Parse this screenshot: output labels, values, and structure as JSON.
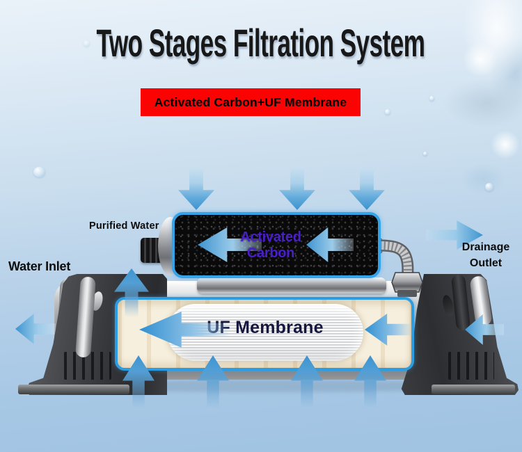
{
  "title": "Two Stages Filtration System",
  "banner": {
    "label": "Activated Carbon+UF Membrane",
    "bg_color": "#fb0303",
    "text_color": "#000000"
  },
  "stages": {
    "carbon": {
      "line1": "Activated",
      "line2": "Carbon",
      "text_color": "#4b1fc8"
    },
    "uf": {
      "label": "UF Membrane",
      "text_color": "#16163e"
    }
  },
  "labels": {
    "purified_water": "Purified Water",
    "water_inlet": "Water Inlet",
    "drainage_line1": "Drainage",
    "drainage_line2": "Outlet"
  },
  "colors": {
    "arrow_blue": "#3d94d0",
    "filter_border_blue": "#2f9fe3",
    "title_text": "#181818",
    "background_top": "#eaf2f9",
    "background_bottom": "#a0c3e2"
  },
  "flow_arrows": {
    "top_down_count": 3,
    "bottom_up_count": 4,
    "carbon_left_count": 2
  }
}
